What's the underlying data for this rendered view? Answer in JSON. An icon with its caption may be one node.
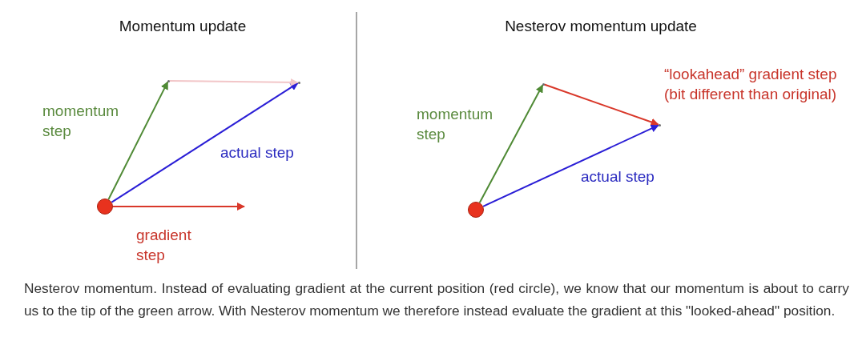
{
  "diagram": {
    "caption": "Nesterov momentum. Instead of evaluating gradient at the current position (red circle), we know that our momentum is about to carry us to the tip of the green arrow. With Nesterov momentum we therefore instead evaluate the gradient at this \"looked-ahead\" position.",
    "nodes": [
      {
        "text": [],
        "shape": "circle"
      },
      {
        "text": [],
        "shape": "point"
      },
      {
        "text": [],
        "shape": "point"
      },
      {
        "text": [],
        "shape": "circle"
      },
      {
        "text": [],
        "shape": "point"
      },
      {
        "text": [],
        "shape": "point"
      }
    ],
    "edges": [
      {
        "from": 0,
        "to": 1,
        "arrow": "to",
        "label": "momentum step",
        "color": "#4f8a35"
      },
      {
        "from": 0,
        "to": 2,
        "arrow": "to",
        "label": "actual step",
        "color": "#2b1fd6"
      },
      {
        "from": 0,
        "to": null,
        "arrow": "to",
        "label": "gradient step",
        "color": "#d9382a"
      },
      {
        "from": 1,
        "to": 2,
        "arrow": "to",
        "color": "#f2c6c8"
      },
      {
        "from": 3,
        "to": 4,
        "arrow": "to",
        "label": "momentum step",
        "color": "#4f8a35"
      },
      {
        "from": 4,
        "to": 5,
        "arrow": "to",
        "label": "“lookahead” gradient step (bit different than original)",
        "color": "#d9382a"
      },
      {
        "from": 3,
        "to": 5,
        "arrow": "to",
        "label": "actual step",
        "color": "#2b1fd6"
      }
    ],
    "labels": [
      "Momentum update",
      "Nesterov momentum update"
    ]
  }
}
